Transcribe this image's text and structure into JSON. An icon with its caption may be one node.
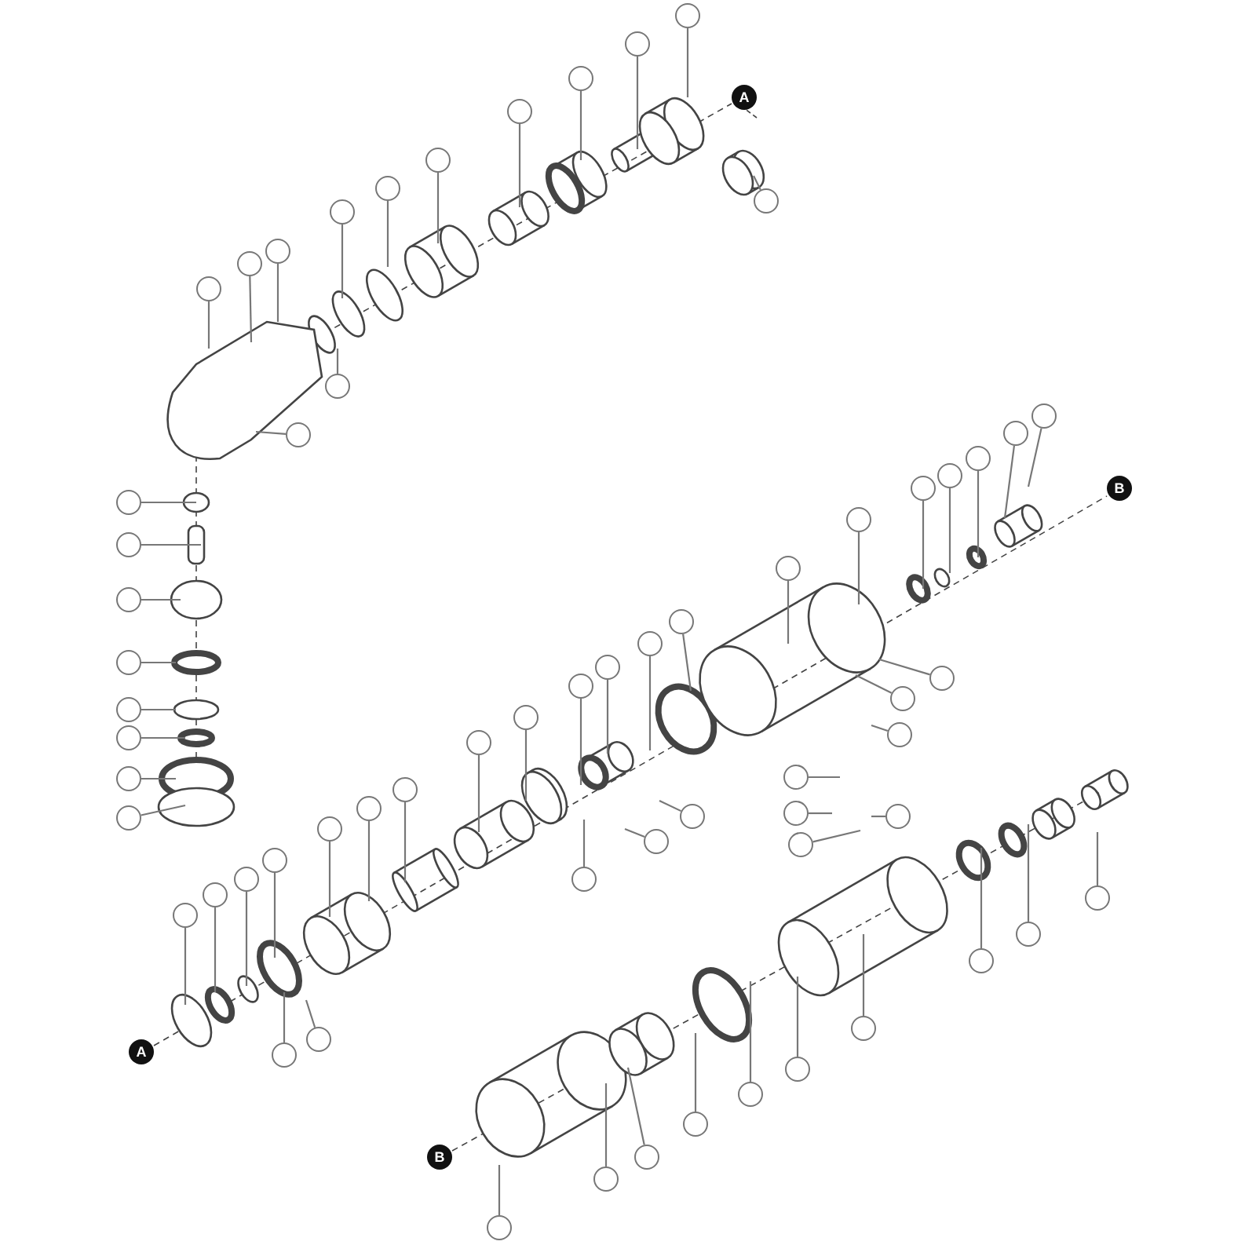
{
  "diagram": {
    "nodes": [
      {
        "text": [],
        "shape": "circle"
      },
      {
        "text": [],
        "shape": "circle"
      },
      {
        "text": [],
        "shape": "circle"
      },
      {
        "text": [],
        "shape": "circle"
      },
      {
        "text": [],
        "shape": "circle"
      },
      {
        "text": [],
        "shape": "circle"
      },
      {
        "text": [],
        "shape": "circle"
      },
      {
        "text": [],
        "shape": "circle"
      },
      {
        "text": [],
        "shape": "circle"
      },
      {
        "text": [],
        "shape": "circle"
      },
      {
        "text": [],
        "shape": "circle"
      },
      {
        "text": [],
        "shape": "circle"
      },
      {
        "text": [],
        "shape": "circle"
      },
      {
        "text": [],
        "shape": "circle"
      },
      {
        "text": [],
        "shape": "circle"
      },
      {
        "text": [],
        "shape": "circle"
      },
      {
        "text": [],
        "shape": "circle"
      },
      {
        "text": [],
        "shape": "circle"
      },
      {
        "text": [],
        "shape": "circle"
      },
      {
        "text": [],
        "shape": "circle"
      },
      {
        "text": [],
        "shape": "circle"
      },
      {
        "text": [],
        "shape": "circle"
      },
      {
        "text": [],
        "shape": "circle"
      },
      {
        "text": [],
        "shape": "circle"
      },
      {
        "text": [],
        "shape": "circle"
      },
      {
        "text": [],
        "shape": "circle"
      },
      {
        "text": [],
        "shape": "circle"
      },
      {
        "text": [],
        "shape": "circle"
      },
      {
        "text": [],
        "shape": "circle"
      },
      {
        "text": [],
        "shape": "circle"
      },
      {
        "text": [],
        "shape": "circle"
      },
      {
        "text": [],
        "shape": "circle"
      },
      {
        "text": [],
        "shape": "circle"
      },
      {
        "text": [],
        "shape": "circle"
      },
      {
        "text": [],
        "shape": "circle"
      },
      {
        "text": [],
        "shape": "circle"
      },
      {
        "text": [],
        "shape": "circle"
      },
      {
        "text": [],
        "shape": "circle"
      },
      {
        "text": [],
        "shape": "circle"
      },
      {
        "text": [],
        "shape": "circle"
      },
      {
        "text": [],
        "shape": "circle"
      },
      {
        "text": [],
        "shape": "circle"
      },
      {
        "text": [],
        "shape": "circle"
      },
      {
        "text": [],
        "shape": "circle"
      },
      {
        "text": [],
        "shape": "circle"
      },
      {
        "text": [],
        "shape": "circle"
      },
      {
        "text": [],
        "shape": "circle"
      },
      {
        "text": [],
        "shape": "circle"
      },
      {
        "text": [],
        "shape": "circle"
      },
      {
        "text": [],
        "shape": "circle"
      },
      {
        "text": [],
        "shape": "circle"
      },
      {
        "text": [],
        "shape": "circle"
      },
      {
        "text": [],
        "shape": "circle"
      },
      {
        "text": [],
        "shape": "circle"
      },
      {
        "text": [],
        "shape": "circle"
      },
      {
        "text": [],
        "shape": "circle"
      },
      {
        "text": [],
        "shape": "circle"
      },
      {
        "text": [],
        "shape": "circle"
      },
      {
        "text": [],
        "shape": "circle"
      },
      {
        "text": [],
        "shape": "circle"
      },
      {
        "text": [],
        "shape": "circle"
      },
      {
        "text": [],
        "shape": "circle"
      },
      {
        "text": [],
        "shape": "circle"
      }
    ],
    "edges": [
      {
        "from": 0,
        "to": null,
        "arrow": "none"
      },
      {
        "from": 1,
        "to": null,
        "arrow": "none"
      },
      {
        "from": 2,
        "to": null,
        "arrow": "none"
      },
      {
        "from": 3,
        "to": null,
        "arrow": "none"
      },
      {
        "from": 4,
        "to": null,
        "arrow": "none"
      },
      {
        "from": 5,
        "to": null,
        "arrow": "none"
      },
      {
        "from": 6,
        "to": null,
        "arrow": "none"
      },
      {
        "from": 7,
        "to": null,
        "arrow": "none"
      },
      {
        "from": 8,
        "to": null,
        "arrow": "none"
      },
      {
        "from": 9,
        "to": null,
        "arrow": "none"
      },
      {
        "from": 10,
        "to": null,
        "arrow": "none"
      },
      {
        "from": 11,
        "to": null,
        "arrow": "none"
      },
      {
        "from": 12,
        "to": null,
        "arrow": "none"
      },
      {
        "from": 13,
        "to": null,
        "arrow": "none"
      },
      {
        "from": 14,
        "to": null,
        "arrow": "none"
      },
      {
        "from": 15,
        "to": null,
        "arrow": "none"
      },
      {
        "from": 16,
        "to": null,
        "arrow": "none"
      },
      {
        "from": 17,
        "to": null,
        "arrow": "none"
      },
      {
        "from": 18,
        "to": null,
        "arrow": "none"
      },
      {
        "from": 19,
        "to": null,
        "arrow": "none"
      },
      {
        "from": 20,
        "to": null,
        "arrow": "none"
      },
      {
        "from": 21,
        "to": null,
        "arrow": "none"
      },
      {
        "from": 22,
        "to": null,
        "arrow": "none"
      },
      {
        "from": 23,
        "to": null,
        "arrow": "none"
      },
      {
        "from": 24,
        "to": null,
        "arrow": "none"
      },
      {
        "from": 25,
        "to": null,
        "arrow": "none"
      },
      {
        "from": 26,
        "to": null,
        "arrow": "none"
      },
      {
        "from": 27,
        "to": null,
        "arrow": "none"
      },
      {
        "from": 28,
        "to": null,
        "arrow": "none"
      },
      {
        "from": 29,
        "to": null,
        "arrow": "none"
      },
      {
        "from": 30,
        "to": null,
        "arrow": "none"
      },
      {
        "from": 31,
        "to": null,
        "arrow": "none"
      },
      {
        "from": 32,
        "to": null,
        "arrow": "none"
      },
      {
        "from": 33,
        "to": null,
        "arrow": "none"
      },
      {
        "from": 34,
        "to": null,
        "arrow": "none"
      },
      {
        "from": 35,
        "to": null,
        "arrow": "none"
      },
      {
        "from": 36,
        "to": null,
        "arrow": "none"
      },
      {
        "from": 37,
        "to": null,
        "arrow": "none"
      },
      {
        "from": 38,
        "to": null,
        "arrow": "none"
      },
      {
        "from": 39,
        "to": null,
        "arrow": "none"
      },
      {
        "from": 40,
        "to": null,
        "arrow": "none"
      },
      {
        "from": 41,
        "to": null,
        "arrow": "none"
      },
      {
        "from": 42,
        "to": null,
        "arrow": "none"
      },
      {
        "from": 43,
        "to": null,
        "arrow": "none"
      },
      {
        "from": 44,
        "to": null,
        "arrow": "none"
      },
      {
        "from": 45,
        "to": null,
        "arrow": "none"
      },
      {
        "from": 46,
        "to": null,
        "arrow": "none"
      },
      {
        "from": 47,
        "to": null,
        "arrow": "none"
      },
      {
        "from": 48,
        "to": null,
        "arrow": "none"
      },
      {
        "from": 49,
        "to": null,
        "arrow": "none"
      },
      {
        "from": 50,
        "to": null,
        "arrow": "none"
      },
      {
        "from": 51,
        "to": null,
        "arrow": "none"
      },
      {
        "from": 52,
        "to": null,
        "arrow": "none"
      },
      {
        "from": 53,
        "to": null,
        "arrow": "none"
      },
      {
        "from": 54,
        "to": null,
        "arrow": "none"
      },
      {
        "from": 55,
        "to": null,
        "arrow": "none"
      },
      {
        "from": 56,
        "to": null,
        "arrow": "none"
      },
      {
        "from": 57,
        "to": null,
        "arrow": "none"
      },
      {
        "from": 58,
        "to": null,
        "arrow": "none"
      },
      {
        "from": 59,
        "to": null,
        "arrow": "none"
      },
      {
        "from": 60,
        "to": null,
        "arrow": "none"
      },
      {
        "from": 61,
        "to": null,
        "arrow": "none"
      },
      {
        "from": 62,
        "to": null,
        "arrow": "none"
      }
    ],
    "labels": [
      "A",
      "B",
      "A",
      "B"
    ]
  }
}
